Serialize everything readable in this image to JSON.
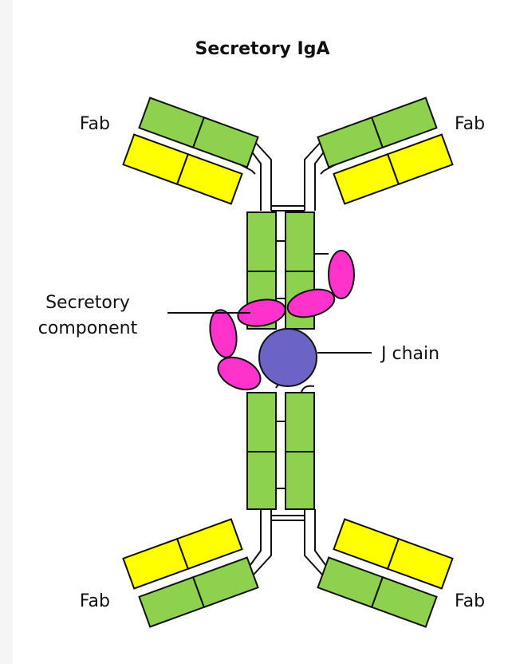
{
  "title": "Secretory IgA",
  "labels": {
    "fab_top_left": "Fab",
    "fab_top_right": "Fab",
    "fab_bottom_left": "Fab",
    "fab_bottom_right": "Fab",
    "secretory_component_line1": "Secretory",
    "secretory_component_line2": "component",
    "j_chain": "J chain"
  },
  "colors": {
    "heavy_chain": "#8ed14f",
    "light_chain": "#ffff00",
    "secretory_component": "#ff33cc",
    "j_chain": "#6b63c6"
  }
}
